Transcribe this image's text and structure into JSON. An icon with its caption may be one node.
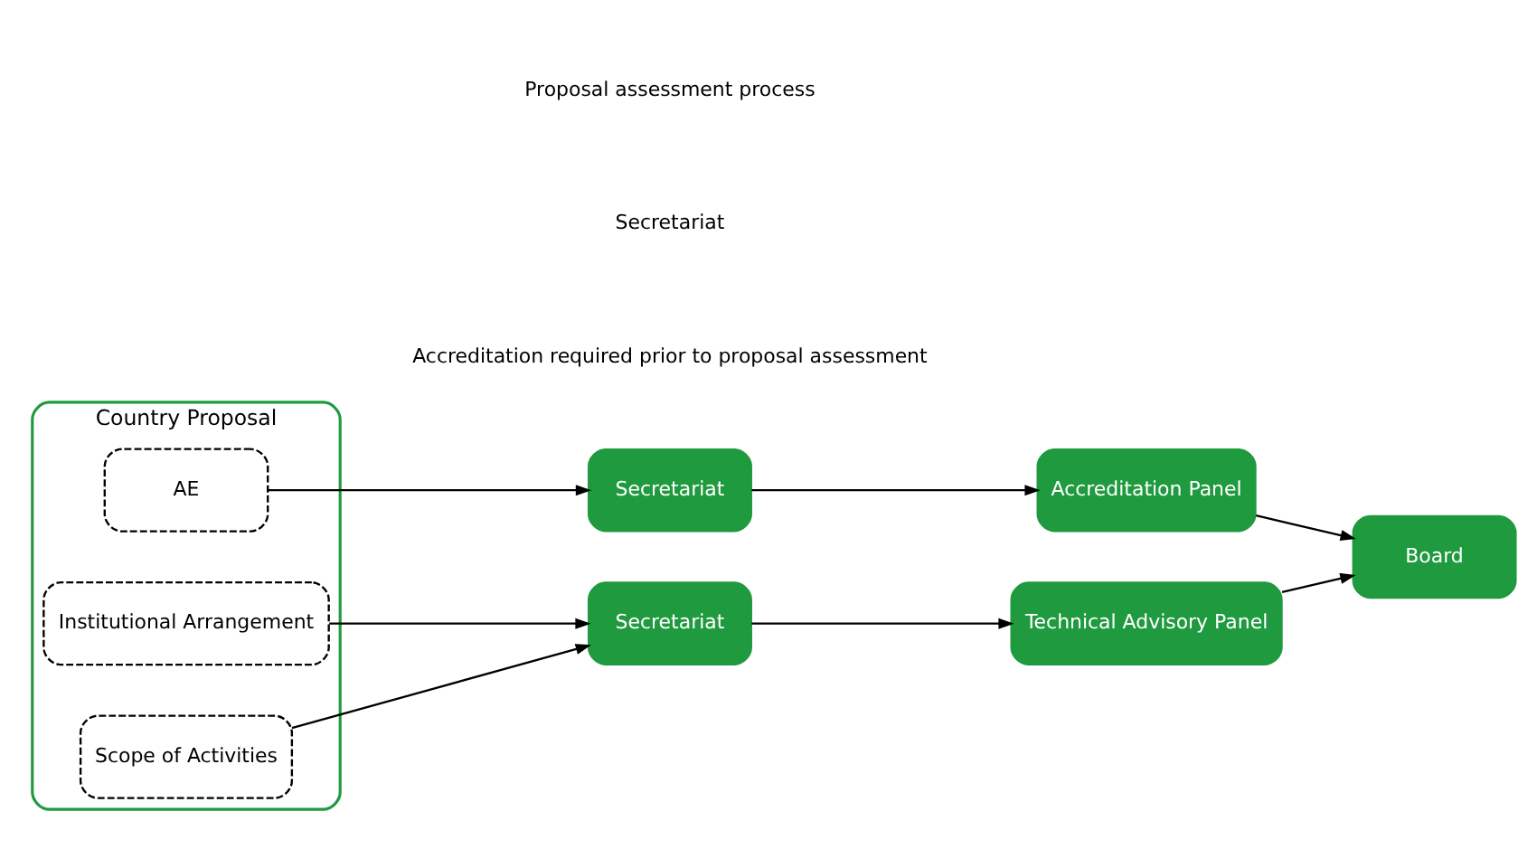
{
  "diagram": {
    "nodes": [
      {
        "text": [
          "Country Proposal"
        ]
      },
      {
        "text": [
          "AE"
        ],
        "in": 0
      },
      {
        "text": [
          "Institutional Arrangement"
        ],
        "in": 0
      },
      {
        "text": [
          "Scope of Activities"
        ],
        "in": 0
      },
      {
        "text": [
          "Secretariat"
        ]
      },
      {
        "text": [
          "Accreditation Panel"
        ]
      },
      {
        "text": [
          "Board"
        ]
      },
      {
        "text": [
          "Secretariat"
        ]
      },
      {
        "text": [
          "Technical Advisory Panel"
        ]
      }
    ],
    "edges": [
      {
        "from": 1,
        "to": 4,
        "arrow": "to"
      },
      {
        "from": 4,
        "to": 5,
        "arrow": "to"
      },
      {
        "from": 5,
        "to": 6,
        "arrow": "to"
      },
      {
        "from": 2,
        "to": 7,
        "arrow": "to"
      },
      {
        "from": 3,
        "to": 7,
        "arrow": "to"
      },
      {
        "from": 7,
        "to": 8,
        "arrow": "to"
      },
      {
        "from": 8,
        "to": 6,
        "arrow": "to"
      }
    ],
    "labels": [
      "Accreditation required prior to proposal assessment",
      "Secretariat",
      "Proposal assessment process"
    ]
  }
}
